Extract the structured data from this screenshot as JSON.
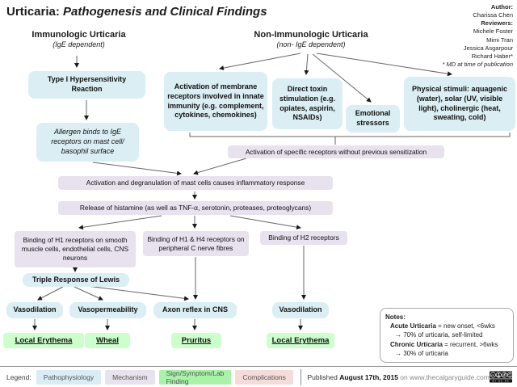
{
  "title": {
    "word": "Urticaria:",
    "phrase": " Pathogenesis and Clinical Findings"
  },
  "credits": {
    "author_label": "Author:",
    "author": "Charissa Chen",
    "reviewers_label": "Reviewers:",
    "reviewers": [
      "Michele Foster",
      "Mimi Tran",
      "Jessica Asgarpour",
      "Richard Haber*"
    ],
    "footnote": "* MD at time of publication"
  },
  "headings": {
    "immunologic": {
      "title": "Immunologic Urticaria",
      "sub": "(IgE dependent)"
    },
    "non_immunologic": {
      "title": "Non-Immunologic Urticaria",
      "sub": "(non- IgE dependent)"
    }
  },
  "nodes": {
    "type1": "Type I Hypersensitivity Reaction",
    "allergen": "Allergen binds to IgE receptors on mast cell/ basophil surface",
    "membrane": "Activation of membrane receptors involved in innate immunity (e.g. complement, cytokines, chemokines)",
    "toxin": "Direct toxin stimulation (e.g. opiates, aspirin, NSAIDs)",
    "emotional": "Emotional stressors",
    "physical": "Physical stimuli: aquagenic (water), solar (UV, visible light), cholinergic (heat, sweating, cold)",
    "receptors": "Activation of specific receptors without previous sensitization",
    "degranulation": "Activation and degranulation of mast cells causes inflammatory response",
    "histamine": "Release of histamine (as well as TNF-α, serotonin, proteases, proteoglycans)",
    "h1_smooth": "Binding of H1 receptors on smooth muscle cells, endothelial cells, CNS neurons",
    "h1_h4": "Binding of H1 & H4 receptors on peripheral C nerve fibres",
    "h2": "Binding of H2 receptors",
    "lewis": "Triple Response of Lewis",
    "vasodilation_left": "Vasodilation",
    "vasopermeability": "Vasopermeability",
    "axon_reflex": "Axon reflex in CNS",
    "vasodilation_right": "Vasodilation",
    "erythema_left": "Local Erythema",
    "wheal": "Wheal",
    "pruritus": "Pruritus",
    "erythema_right": "Local Erythema"
  },
  "notes": {
    "heading": "Notes:",
    "acute_term": "Acute Urticaria",
    "acute_def": " = new onset, <6wks",
    "acute_detail": "→ 70% of urticaria, self-limited",
    "chronic_term": "Chronic Urticaria",
    "chronic_def": " = recurrent, >6wks",
    "chronic_detail": "→ 30% of urticaria"
  },
  "legend": {
    "label": "Legend:",
    "items": [
      {
        "label": "Pathophysiology",
        "color": "#d9edf5"
      },
      {
        "label": "Mechanism",
        "color": "#e7e2ee"
      },
      {
        "label": "Sign/Symptom/Lab Finding",
        "color": "#a9f3a9"
      },
      {
        "label": "Complications",
        "color": "#f5dcda"
      }
    ]
  },
  "footer": {
    "published_prefix": "Published ",
    "date": "August 17th, 2015",
    "published_mid": " on ",
    "url": "www.thecalgaryguide.com",
    "license": "CC BY-NC-SA"
  },
  "colors": {
    "pathophysiology_box": "#daeef3",
    "mechanism_box": "#e7e2ee",
    "finding_box": "#ccffcc",
    "complication": "#f5dcda"
  }
}
